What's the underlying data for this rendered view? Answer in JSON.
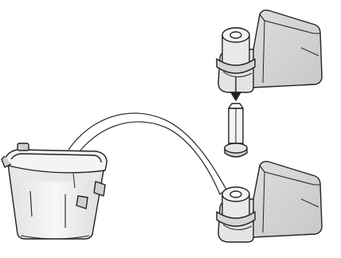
{
  "figure": {
    "style": "line-art",
    "colors": {
      "ink": "#222222",
      "shade": "#d9d9d9",
      "fill": "#f2f2f2",
      "paper": "#ffffff"
    },
    "parts": [
      {
        "name": "bread-pan",
        "depicted": true
      },
      {
        "name": "kneading-blade-top",
        "depicted": true
      },
      {
        "name": "drive-shaft",
        "depicted": true
      },
      {
        "name": "kneading-blade-bottom",
        "depicted": true
      },
      {
        "name": "cleaning-strip",
        "depicted": true
      },
      {
        "name": "down-arrow",
        "depicted": true
      }
    ]
  }
}
